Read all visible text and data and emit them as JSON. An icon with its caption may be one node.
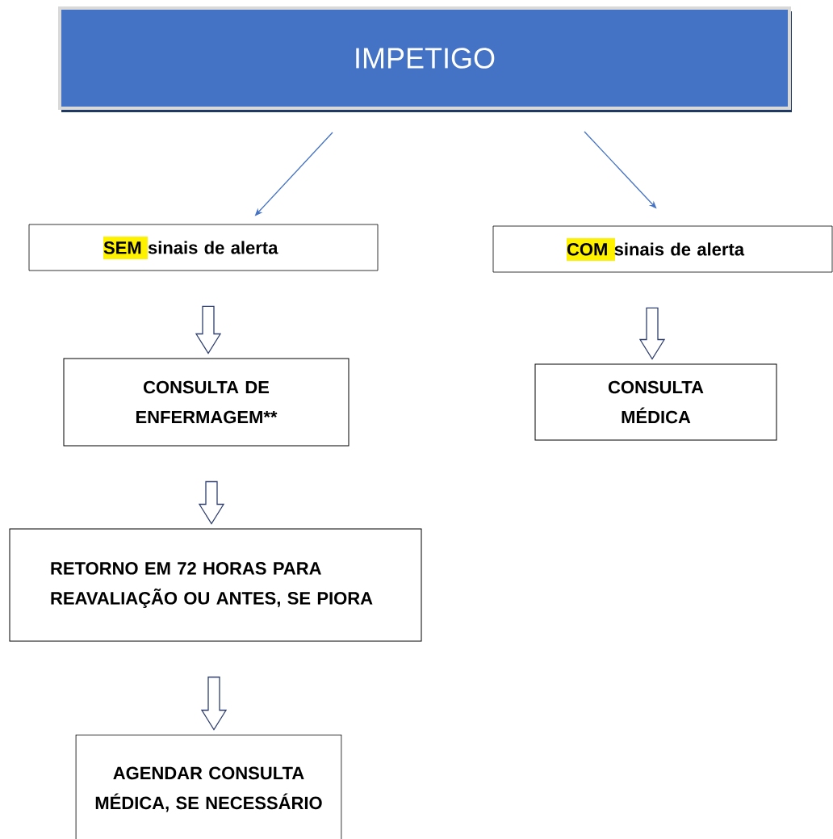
{
  "diagram": {
    "nodes": [
      {
        "text": [
          "IMPETIGO"
        ]
      },
      {
        "text": [
          "SEM sinais de alerta"
        ]
      },
      {
        "text": [
          "COM sinais de alerta"
        ]
      },
      {
        "text": [
          "CONSULTA DE ENFERMAGEM**"
        ]
      },
      {
        "text": [
          "CONSULTA MÉDICA"
        ]
      },
      {
        "text": [
          "RETORNO EM 72 HORAS PARA REAVALIAÇÃO OU ANTES, SE PIORA"
        ]
      },
      {
        "text": [
          "AGENDAR CONSULTA MÉDICA, SE NECESSÁRIO"
        ]
      }
    ],
    "edges": [
      {
        "from": 0,
        "to": 1,
        "arrow": "to",
        "color": "#4472c4"
      },
      {
        "from": 0,
        "to": 2,
        "arrow": "to",
        "color": "#4472c4"
      },
      {
        "from": 1,
        "to": 3,
        "arrow": "to"
      },
      {
        "from": 2,
        "to": 4,
        "arrow": "to"
      },
      {
        "from": 3,
        "to": 5,
        "arrow": "to"
      },
      {
        "from": 5,
        "to": 6,
        "arrow": "to"
      }
    ]
  }
}
